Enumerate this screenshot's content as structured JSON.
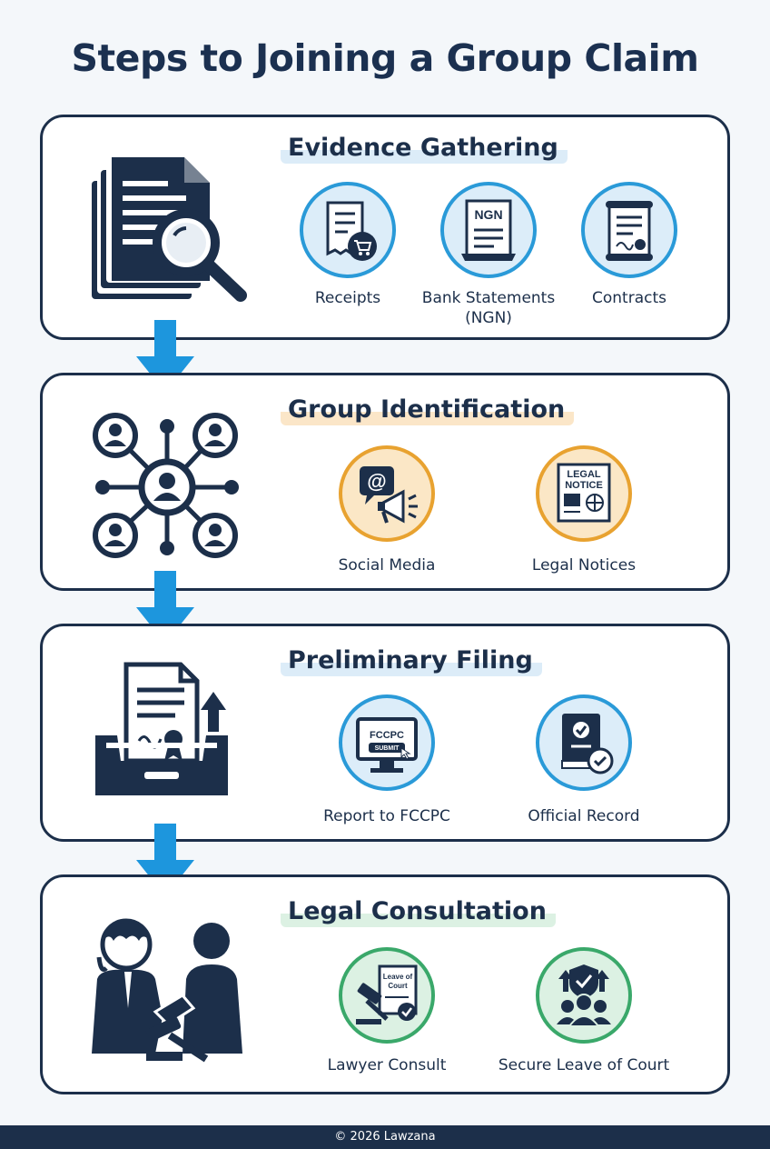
{
  "title": "Steps to Joining a Group Claim",
  "colors": {
    "navy": "#1c2f4a",
    "arrow_blue": "#1d96dd",
    "badge_blue": "#2a9ad8",
    "badge_orange": "#e8a230",
    "badge_green": "#3aa86a"
  },
  "steps": [
    {
      "title": "Evidence Gathering",
      "icon": "document-magnifier-icon",
      "items": [
        {
          "label": "Receipts",
          "icon": "receipt-cart-icon"
        },
        {
          "label": "Bank Statements (NGN)",
          "icon": "bank-statement-icon",
          "icon_text": "NGN"
        },
        {
          "label": "Contracts",
          "icon": "contract-scroll-icon"
        }
      ]
    },
    {
      "title": "Group Identification",
      "icon": "people-network-icon",
      "items": [
        {
          "label": "Social Media",
          "icon": "social-megaphone-icon",
          "icon_text": "@"
        },
        {
          "label": "Legal Notices",
          "icon": "legal-notice-newspaper-icon",
          "icon_text_1": "LEGAL",
          "icon_text_2": "NOTICE"
        }
      ]
    },
    {
      "title": "Preliminary Filing",
      "icon": "filing-tray-icon",
      "items": [
        {
          "label": "Report to FCCPC",
          "icon": "monitor-submit-icon",
          "icon_text_1": "FCCPC",
          "icon_text_2": "SUBMIT"
        },
        {
          "label": "Official Record",
          "icon": "record-book-check-icon"
        }
      ]
    },
    {
      "title": "Legal Consultation",
      "icon": "lawyer-handshake-icon",
      "items": [
        {
          "label": "Lawyer Consult",
          "icon": "gavel-document-icon",
          "icon_text_1": "Leave of",
          "icon_text_2": "Court"
        },
        {
          "label": "Secure Leave of Court",
          "icon": "shield-group-icon"
        }
      ]
    }
  ],
  "footer": "© 2026 Lawzana"
}
